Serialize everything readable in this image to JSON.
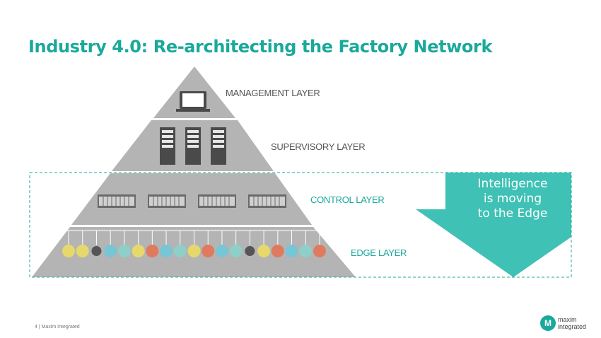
{
  "slide": {
    "title": "Industry 4.0: Re-architecting the Factory Network"
  },
  "layers": {
    "management": "MANAGEMENT LAYER",
    "supervisory": "SUPERVISORY LAYER",
    "control": "CONTROL LAYER",
    "edge": "EDGE LAYER"
  },
  "callout": {
    "line1": "Intelligence",
    "line2": "is moving",
    "line3": "to the Edge"
  },
  "footer": {
    "text": "4 | Maxim Integrated"
  },
  "logo": {
    "mark": "M",
    "line1": "maxim",
    "line2": "integrated"
  },
  "edge_devices": [
    {
      "icon": "sensor-icon",
      "color": "#e6d86b"
    },
    {
      "icon": "sensor-icon",
      "color": "#e6d86b"
    },
    {
      "icon": "robot-arm-icon",
      "color": "#555555"
    },
    {
      "icon": "gauge-icon",
      "color": "#76c6d6"
    },
    {
      "icon": "motor-icon",
      "color": "#8ecfc7"
    },
    {
      "icon": "sensor-icon",
      "color": "#e6d86b"
    },
    {
      "icon": "valve-icon",
      "color": "#e07a5f"
    },
    {
      "icon": "gauge-icon",
      "color": "#76c6d6"
    },
    {
      "icon": "motor-icon",
      "color": "#8ecfc7"
    },
    {
      "icon": "sensor-icon",
      "color": "#e6d86b"
    },
    {
      "icon": "valve-icon",
      "color": "#e07a5f"
    },
    {
      "icon": "gauge-icon",
      "color": "#76c6d6"
    },
    {
      "icon": "motor-icon",
      "color": "#8ecfc7"
    },
    {
      "icon": "robot-arm-icon",
      "color": "#555555"
    },
    {
      "icon": "sensor-icon",
      "color": "#e6d86b"
    },
    {
      "icon": "valve-icon",
      "color": "#e07a5f"
    },
    {
      "icon": "gauge-icon",
      "color": "#76c6d6"
    },
    {
      "icon": "motor-icon",
      "color": "#8ecfc7"
    },
    {
      "icon": "valve-icon",
      "color": "#e07a5f"
    }
  ],
  "colors": {
    "accent": "#1aa99b",
    "pyramid_gray": "#b4b4b4",
    "callout": "#3fc1b5"
  }
}
